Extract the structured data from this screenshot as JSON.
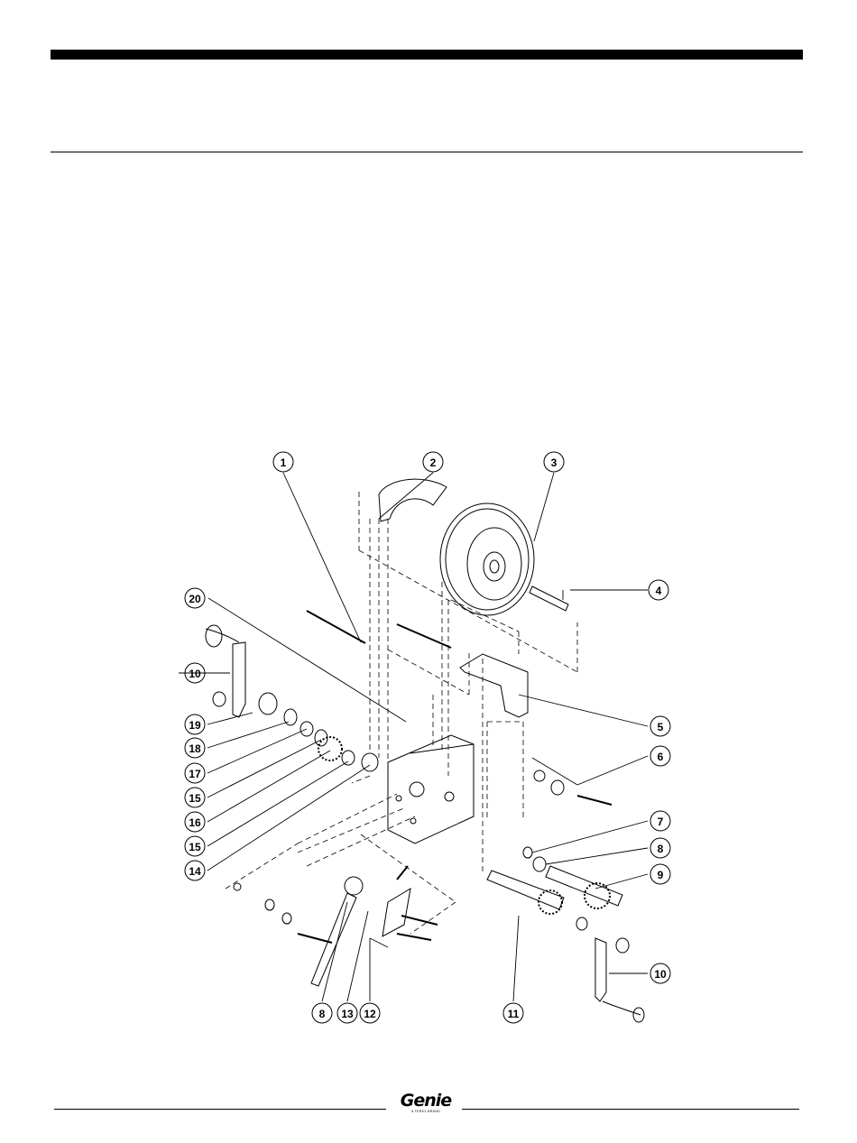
{
  "footer": {
    "logo_text": "Genie",
    "logo_subtext": "A TEREX BRAND"
  },
  "diagram": {
    "callouts": [
      "1",
      "2",
      "3",
      "4",
      "20",
      "10",
      "19",
      "18",
      "17",
      "15",
      "16",
      "15",
      "14",
      "5",
      "6",
      "7",
      "8",
      "9",
      "10",
      "8",
      "13",
      "12",
      "11"
    ]
  }
}
